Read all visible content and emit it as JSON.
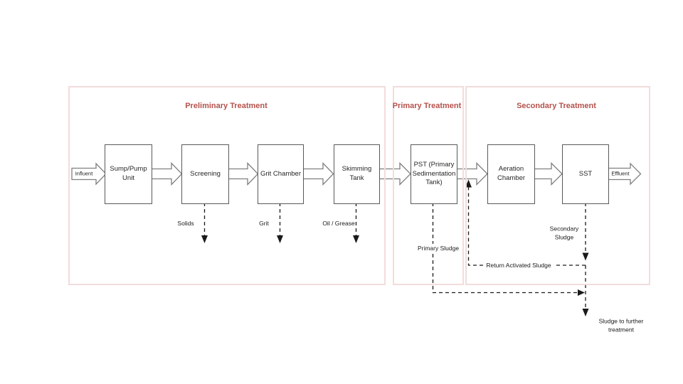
{
  "sections": [
    {
      "id": "preliminary",
      "label": "Preliminary Treatment"
    },
    {
      "id": "primary",
      "label": "Primary Treatment"
    },
    {
      "id": "secondary",
      "label": "Secondary Treatment"
    }
  ],
  "nodes": [
    {
      "id": "sump-pump-unit",
      "label": "Sump/Pump Unit"
    },
    {
      "id": "screening",
      "label": "Screening"
    },
    {
      "id": "grit-chamber",
      "label": "Grit Chamber"
    },
    {
      "id": "skimming-tank",
      "label": "Skimming Tank"
    },
    {
      "id": "pst",
      "label": "PST (Primary Sedimentation Tank)"
    },
    {
      "id": "aeration-chamber",
      "label": "Aeration Chamber"
    },
    {
      "id": "sst",
      "label": "SST"
    }
  ],
  "flow": {
    "influent": "Influent",
    "effluent": "Effluent"
  },
  "byproducts": {
    "solids": "Solids",
    "grit": "Grit",
    "oil_grease": "Oil / Grease",
    "primary_sludge": "Primary Sludge",
    "secondary_sludge": "Secondary Sludge",
    "return_activated_sludge": "Return Activated Sludge",
    "sludge_further": "Sludge to further treatment"
  },
  "colors": {
    "background": "#ffffff",
    "section_border": "#f2dcdb",
    "section_title": "#b5524c",
    "node_border": "#595959",
    "node_fill": "#ffffff",
    "flow_arrow_outline": "#7f7f7f",
    "dashed_line": "#1a1a1a"
  }
}
